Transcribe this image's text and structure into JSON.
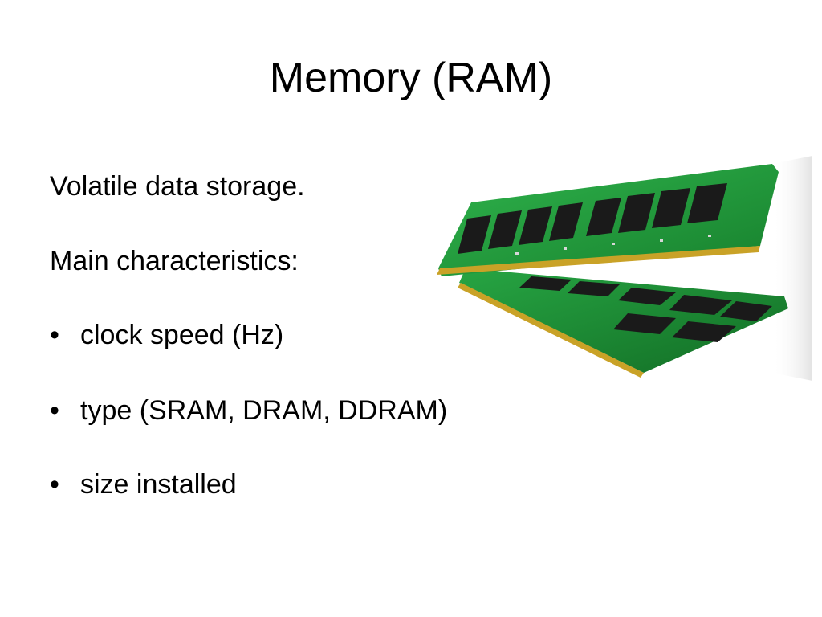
{
  "slide": {
    "title": "Memory (RAM)",
    "paragraphs": [
      "Volatile data storage.",
      "Main characteristics:"
    ],
    "bullets": [
      {
        "symbol": "•",
        "text": "clock speed (Hz)"
      },
      {
        "symbol": "•",
        "text": "type (SRAM, DRAM, DDRAM)"
      },
      {
        "symbol": "•",
        "text": "size installed"
      }
    ],
    "image": {
      "icon": "ram-modules-icon",
      "board_color": "#1f9a3a",
      "chip_color": "#1a1a1a",
      "contact_color": "#c9a227"
    }
  }
}
